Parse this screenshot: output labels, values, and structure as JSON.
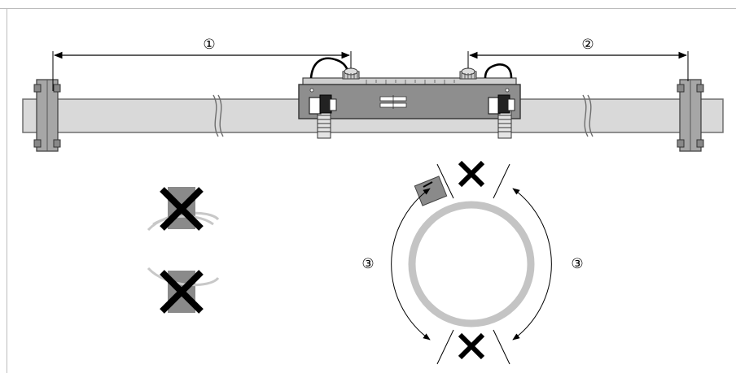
{
  "labels": {
    "upstream_distance": "①",
    "downstream_distance": "②",
    "mounting_sector_left": "③",
    "mounting_sector_right": "③"
  },
  "colors": {
    "pipe_fill": "#d9d9d9",
    "pipe_outline": "#6e6e6e",
    "flange": "#a6a6a6",
    "meter_body": "#8e8e8e",
    "sensor_block": "#8a8a8a",
    "cross": "#000000",
    "pipe_ring": "#c4c4c4",
    "dimension_line": "#000000",
    "frame_border": "#bcbcbc"
  }
}
